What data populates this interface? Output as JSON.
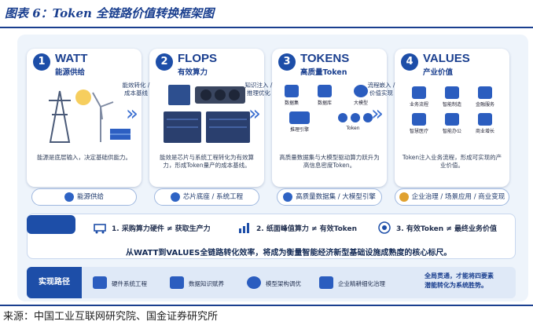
{
  "figure_title": "图表 6：Token 全链路价值转换框架图",
  "source": "来源：中国工业互联网研究院、国金证券研究所",
  "stages": [
    {
      "num": "1",
      "title": "WATT",
      "subtitle": "能源供给",
      "desc": "能源是底层输入，决定基础供能力。",
      "tag": "能源供给"
    },
    {
      "num": "2",
      "title": "FLOPS",
      "subtitle": "有效算力",
      "desc": "能效是芯片与系统工程转化为有效算力，形成Token量产的成本基线。",
      "tag": "芯片底座 / 系统工程"
    },
    {
      "num": "3",
      "title": "TOKENS",
      "subtitle": "高质量Token",
      "desc": "高质量数据集与大模型驱动算力跃升为高信息密度Token。",
      "tag": "高质量数据集 / 大模型引擎"
    },
    {
      "num": "4",
      "title": "VALUES",
      "subtitle": "产业价值",
      "desc": "Token注入业务流程，形成可实现的产业价值。",
      "tag": "企业治理 / 场景应用 / 商业变现"
    }
  ],
  "transitions": [
    "能效转化 / 成本基线",
    "知识注入 / 推理优化",
    "流程嵌入 / 价值实现"
  ],
  "tokens_items": [
    "数据集",
    "数据库",
    "大模型",
    "推理引擎",
    "Token"
  ],
  "values_items": [
    "业务流程",
    "智能制造",
    "金融服务",
    "智慧医疗",
    "智能办公",
    "商业增长"
  ],
  "statements": [
    "1. 采购算力硬件 ≠ 获取生产力",
    "2. 纸面峰值算力 ≠ 有效Token",
    "3. 有效Token ≠ 最终业务价值"
  ],
  "tagline": "从WATT到VALUES全链路转化效率，将成为衡量智能经济新型基础设施成熟度的核心标尺。",
  "path": {
    "label": "实现路径",
    "items": [
      "硬件系统工程",
      "数据知识赋养",
      "模型架构调优",
      "企业精耕细化治理"
    ],
    "conclusion": [
      "全局贯通，才能将四要素",
      "潜能转化为系统胜势。"
    ]
  },
  "colors": {
    "primary": "#1d4ea8",
    "accent": "#3b6fd0",
    "panel": "#eef4fb"
  }
}
